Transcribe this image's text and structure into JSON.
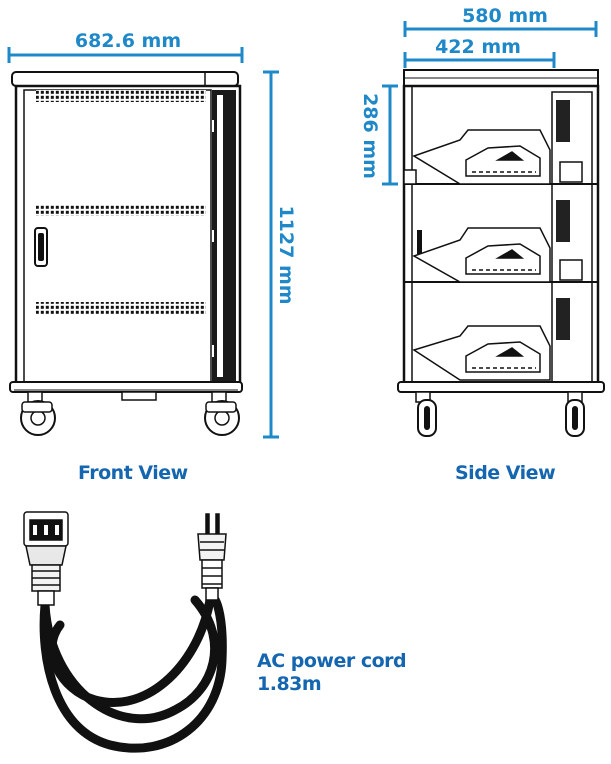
{
  "colors": {
    "accent": "#1e88c9",
    "caption": "#1566b0",
    "line": "#111111"
  },
  "front_view": {
    "caption": "Front View",
    "width_label": "682.6 mm",
    "height_label": "1127 mm"
  },
  "side_view": {
    "caption": "Side View",
    "depth_label": "580 mm",
    "inner_depth_label": "422 mm",
    "shelf_height_label": "286 mm"
  },
  "power_cord": {
    "caption_line1": "AC power cord",
    "caption_line2": "1.83m"
  }
}
